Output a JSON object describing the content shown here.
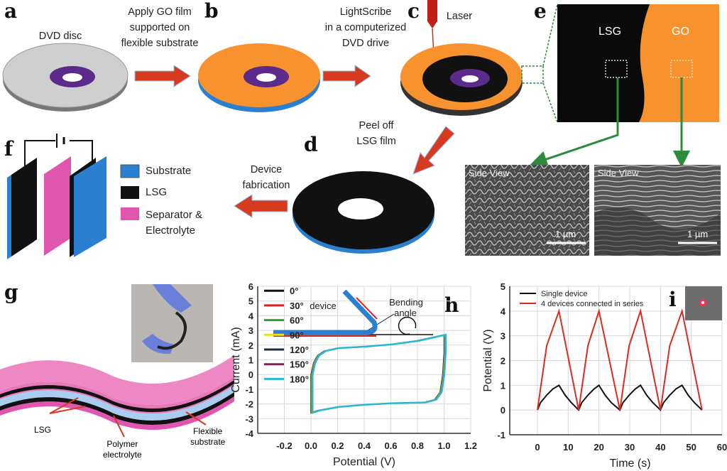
{
  "panels": {
    "a": "a",
    "b": "b",
    "c": "c",
    "d": "d",
    "e": "e",
    "f": "f",
    "g": "g",
    "h": "h",
    "i": "i"
  },
  "steps": {
    "dvd_disc": "DVD disc",
    "apply_go": [
      "Apply GO film",
      "supported on",
      "flexible substrate"
    ],
    "lightscribe": [
      "LightScribe",
      "in a computerized",
      "DVD drive"
    ],
    "laser": "Laser",
    "peel_off": [
      "Peel off",
      "LSG film"
    ],
    "device_fab": [
      "Device",
      "fabrication"
    ]
  },
  "zoom_panel": {
    "lsg": "LSG",
    "go": "GO"
  },
  "sem": [
    {
      "label": "Side View",
      "scale": "1 µm"
    },
    {
      "label": "Side View",
      "scale": "1 µm"
    }
  ],
  "legend_f": [
    {
      "label": "Substrate",
      "color": "#2a7fd0"
    },
    {
      "label": "LSG",
      "color": "#111111"
    },
    {
      "label": "Separator &",
      "label2": "Electrolyte",
      "color": "#e055b0"
    }
  ],
  "g_labels": {
    "lsg": "LSG",
    "polymer": [
      "Polymer",
      "electrolyte"
    ],
    "flexible": [
      "Flexible",
      "substrate"
    ]
  },
  "colors": {
    "orange": "#f7922e",
    "blue": "#2a7fd0",
    "arrow_red": "#d63a1f",
    "pink": "#e879b9",
    "green": "#2e8b3e"
  },
  "chart_data": [
    {
      "type": "line",
      "panel": "h",
      "xlabel": "Potential (V)",
      "ylabel": "Current (mA)",
      "xlim": [
        -0.4,
        1.2
      ],
      "ylim": [
        -4,
        6
      ],
      "xticks": [
        "-0.2",
        "0.0",
        "0.2",
        "0.4",
        "0.6",
        "0.8",
        "1.0",
        "1.2"
      ],
      "xtick_values": [
        -0.2,
        0,
        0.2,
        0.4,
        0.6,
        0.8,
        1.0,
        1.2
      ],
      "yticks": [
        6,
        5,
        4,
        3,
        2,
        1,
        0,
        -1,
        -2,
        -3,
        -4
      ],
      "grid": true,
      "legend_position": "top-left",
      "inset_labels": {
        "device": "device",
        "bending": [
          "Bending",
          "angle"
        ]
      },
      "series": [
        {
          "name": "0°",
          "color": "#111111"
        },
        {
          "name": "30°",
          "color": "#e02020"
        },
        {
          "name": "60°",
          "color": "#2fa02f"
        },
        {
          "name": "90°",
          "color": "#e6e020"
        },
        {
          "name": "120°",
          "color": "#1c2a4a"
        },
        {
          "name": "150°",
          "color": "#8a1a5a"
        },
        {
          "name": "180°",
          "color": "#2ab7d6"
        }
      ],
      "cv_loop": {
        "x": [
          0,
          0.02,
          0.05,
          0.1,
          0.2,
          0.4,
          0.6,
          0.8,
          1.0,
          1.0,
          1.0,
          0.99,
          0.97,
          0.93,
          0.85,
          0.6,
          0.4,
          0.2,
          0.05,
          0,
          0,
          0
        ],
        "y": [
          0,
          0.8,
          1.3,
          1.6,
          1.8,
          1.9,
          2.05,
          2.3,
          2.7,
          2.6,
          1.5,
          0,
          -1.2,
          -1.7,
          -1.9,
          -1.95,
          -2.05,
          -2.2,
          -2.45,
          -2.6,
          -1.5,
          0
        ]
      }
    },
    {
      "type": "line",
      "panel": "i",
      "xlabel": "Time (s)",
      "ylabel": "Potential (V)",
      "xlim": [
        -9,
        60
      ],
      "ylim": [
        -1,
        5
      ],
      "xticks": [
        0,
        10,
        20,
        30,
        40,
        50,
        60
      ],
      "yticks": [
        5,
        4,
        3,
        2,
        1,
        0,
        -1
      ],
      "grid": true,
      "legend_position": "top-left",
      "series": [
        {
          "name": "Single device",
          "color": "#111111",
          "x": [
            0,
            1,
            3,
            5,
            7,
            9,
            11,
            13.4,
            14.4,
            16.4,
            18.4,
            20,
            22,
            24,
            26.8,
            27.8,
            29.8,
            31.8,
            33.5,
            35.5,
            37.5,
            40,
            41,
            43,
            45,
            47,
            49,
            51,
            53.5
          ],
          "y": [
            0,
            0.3,
            0.6,
            0.85,
            1,
            0.6,
            0.3,
            0,
            0.3,
            0.6,
            0.85,
            1,
            0.6,
            0.3,
            0,
            0.3,
            0.6,
            0.85,
            1,
            0.6,
            0.3,
            0,
            0.3,
            0.6,
            0.85,
            1,
            0.6,
            0.3,
            0
          ]
        },
        {
          "name": "4 devices connected in series",
          "color": "#e02a1a",
          "x": [
            0,
            3,
            7,
            13.4,
            16.4,
            20,
            26.8,
            29.8,
            33.5,
            40,
            43,
            47,
            53.5
          ],
          "y": [
            0,
            2.6,
            4,
            0,
            2.6,
            4,
            0,
            2.6,
            4,
            0,
            2.6,
            4,
            0
          ]
        }
      ]
    }
  ]
}
